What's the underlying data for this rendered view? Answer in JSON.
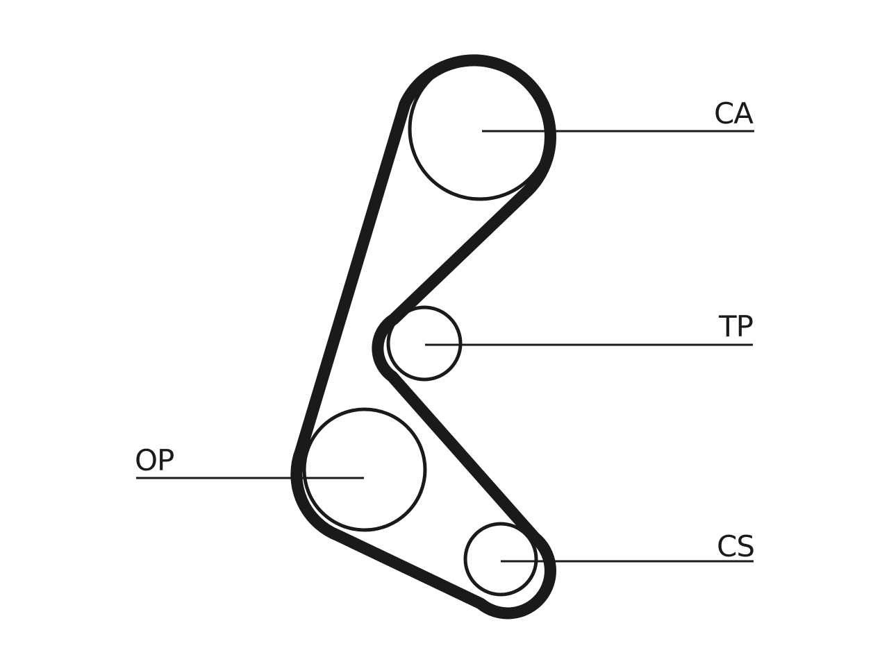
{
  "diagram": {
    "background": "#ffffff",
    "ink": "#1a1a1a",
    "labels": {
      "camshaft": "CA",
      "tensioner": "TP",
      "oil_pump": "OP",
      "crankshaft": "CS"
    }
  }
}
